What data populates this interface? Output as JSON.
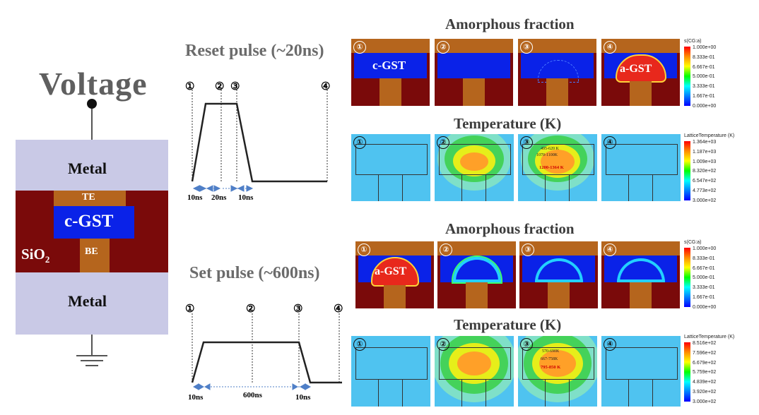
{
  "device": {
    "voltage_label": "Voltage",
    "top_metal": "Metal",
    "bottom_metal": "Metal",
    "top_electrode": "TE",
    "bottom_electrode": "BE",
    "phase_change": "c-GST",
    "oxide": "SiO",
    "oxide_sub": "2"
  },
  "reset": {
    "title": "Reset pulse (~20ns)",
    "markers": [
      "①",
      "②",
      "③",
      "④"
    ],
    "durations": [
      "10ns",
      "20ns",
      "10ns"
    ],
    "amorphous_title": "Amorphous fraction",
    "temperature_title": "Temperature (K)",
    "amorphous_panels": [
      {
        "badge": "①",
        "label": "c-GST"
      },
      {
        "badge": "②",
        "label": ""
      },
      {
        "badge": "③",
        "label": ""
      },
      {
        "badge": "④",
        "label": "a-GST"
      }
    ],
    "temperature_panels": [
      {
        "badge": "①",
        "notes": []
      },
      {
        "badge": "②",
        "notes": []
      },
      {
        "badge": "③",
        "notes": [
          "495-620 K",
          "1070-1100K",
          "1200-1364 K"
        ]
      },
      {
        "badge": "④",
        "notes": []
      }
    ]
  },
  "set": {
    "title": "Set pulse (~600ns)",
    "markers": [
      "①",
      "②",
      "③",
      "④"
    ],
    "durations": [
      "10ns",
      "600ns",
      "10ns"
    ],
    "amorphous_title": "Amorphous fraction",
    "temperature_title": "Temperature (K)",
    "amorphous_panels": [
      {
        "badge": "①",
        "label": "a-GST"
      },
      {
        "badge": "②",
        "label": ""
      },
      {
        "badge": "③",
        "label": ""
      },
      {
        "badge": "④",
        "label": ""
      }
    ],
    "temperature_panels": [
      {
        "badge": "①",
        "notes": []
      },
      {
        "badge": "②",
        "notes": []
      },
      {
        "badge": "③",
        "notes": [
          "570-690K",
          "667-758K",
          "795-850 K"
        ]
      },
      {
        "badge": "④",
        "notes": []
      }
    ]
  },
  "legends": {
    "amorphous": {
      "title": "s(CG:a)",
      "values": [
        "1.000e+00",
        "8.333e-01",
        "6.667e-01",
        "5.000e-01",
        "3.333e-01",
        "1.667e-01",
        "0.000e+00"
      ]
    },
    "reset_temperature": {
      "title": "LatticeTemperature (K)",
      "values": [
        "1.364e+03",
        "1.187e+03",
        "1.009e+03",
        "8.320e+02",
        "6.547e+02",
        "4.773e+02",
        "3.000e+02"
      ]
    },
    "set_temperature": {
      "title": "LatticeTemperature (K)",
      "values": [
        "8.516e+02",
        "7.596e+02",
        "6.679e+02",
        "5.759e+02",
        "4.839e+02",
        "3.920e+02",
        "3.000e+02"
      ]
    }
  },
  "colors": {
    "metal": "#c9c9e6",
    "oxide": "#7a0a0a",
    "electrode": "#b5651d",
    "crystalline": "#0a22e8",
    "amorphous": "#e8281c",
    "arrow": "#4f7fc7",
    "temp_base": "#4fc3f0"
  }
}
